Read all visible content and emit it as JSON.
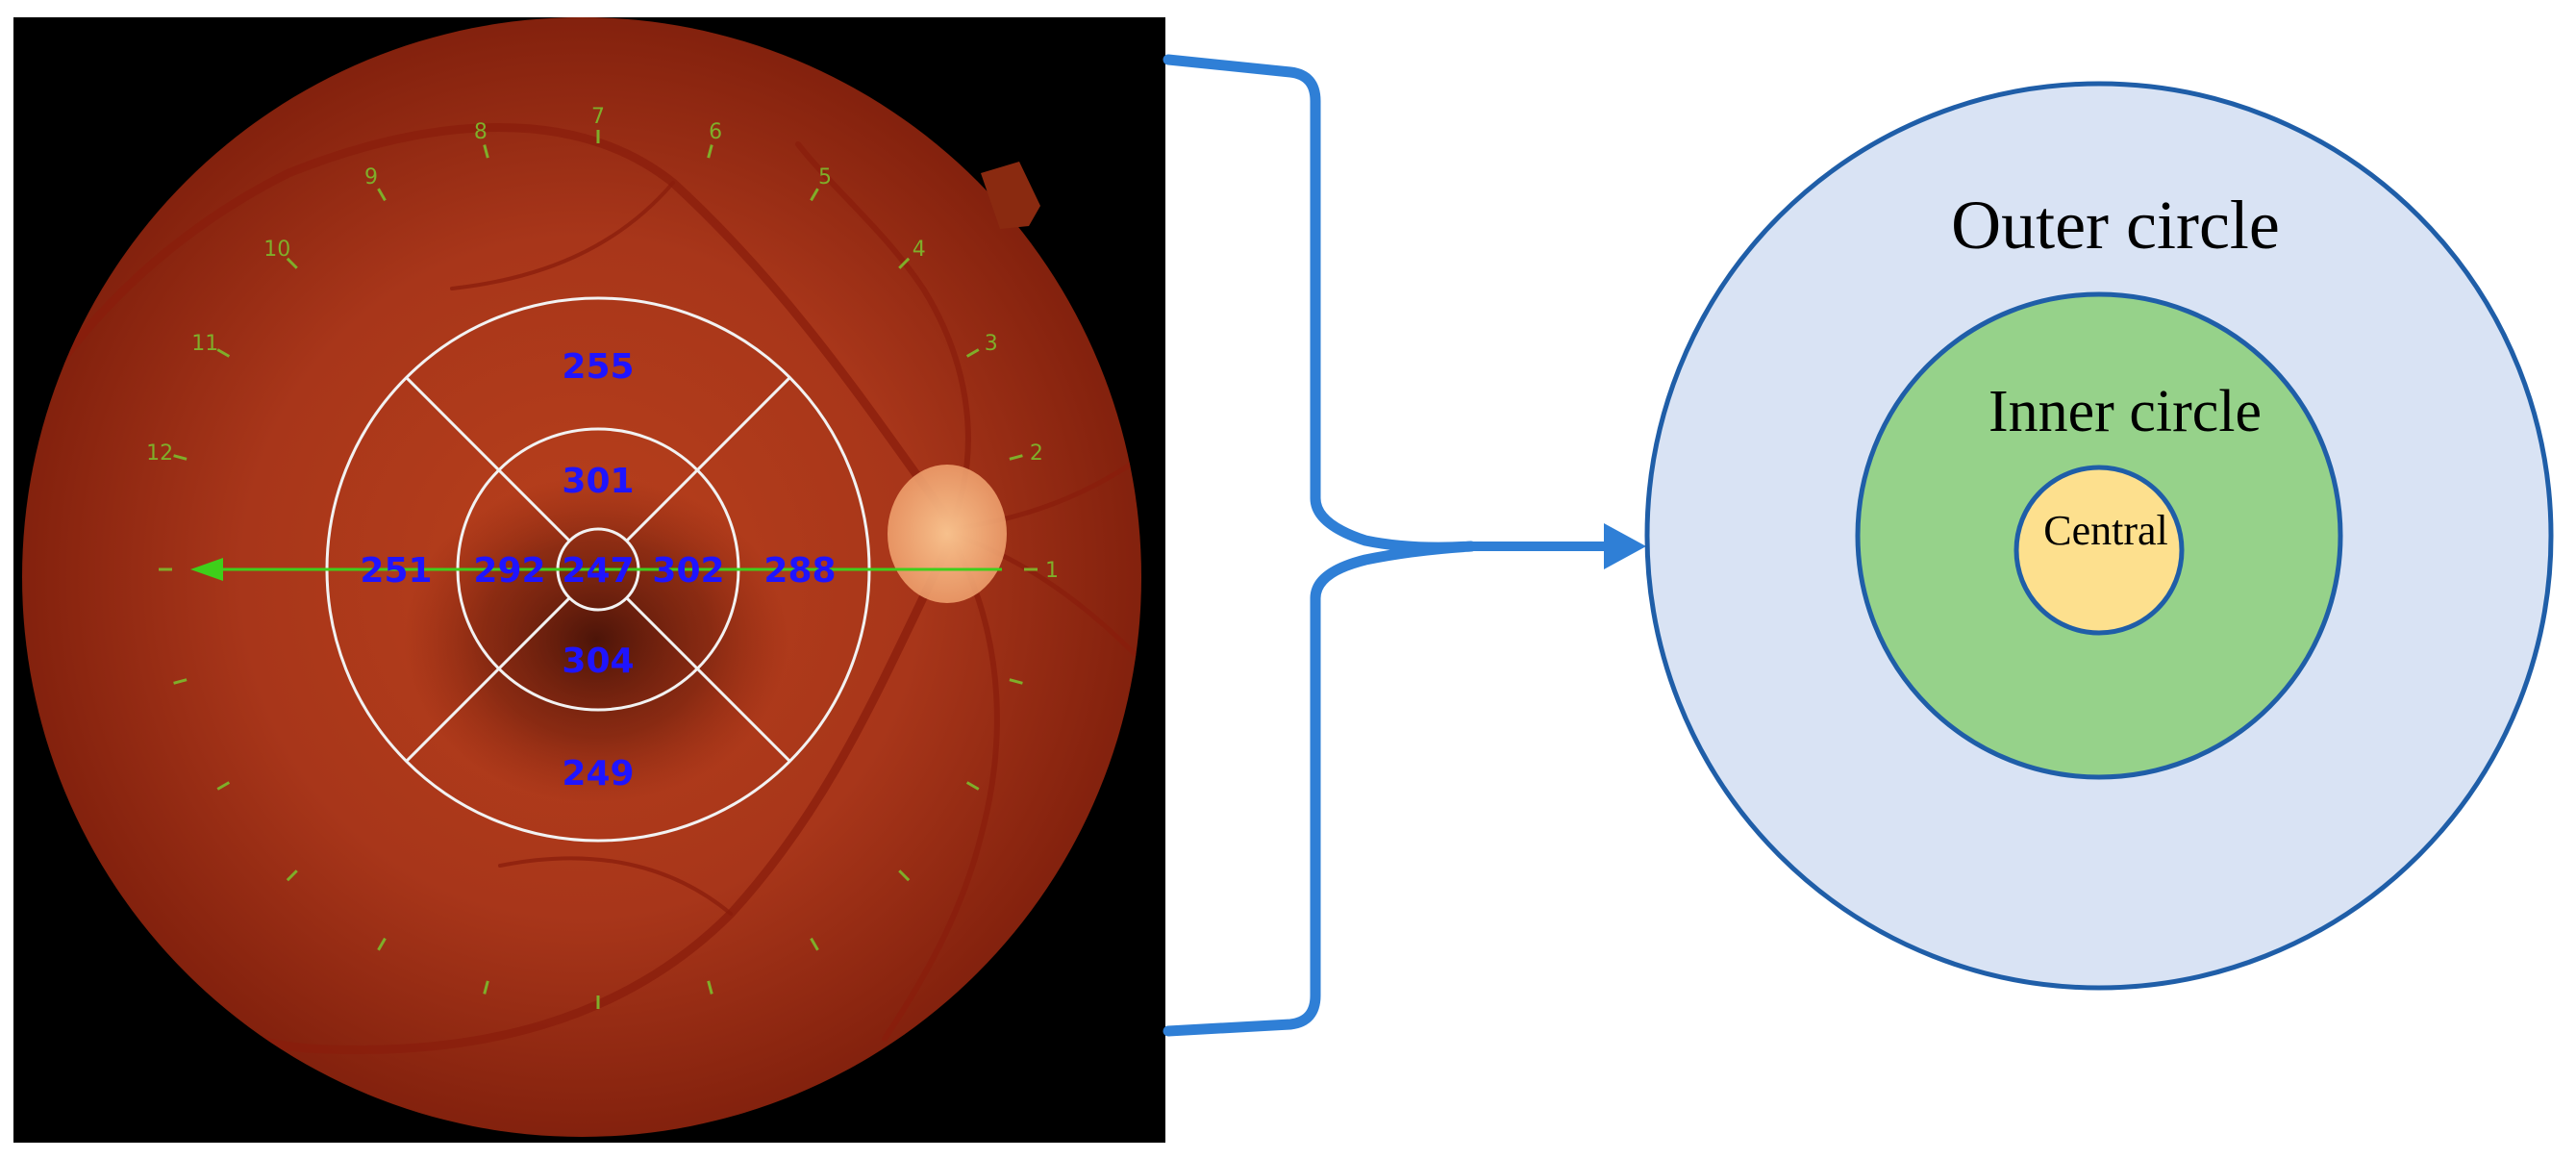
{
  "fundus": {
    "sector_values": {
      "outer_superior": "255",
      "outer_temporal": "251",
      "outer_nasal": "288",
      "outer_inferior": "249",
      "inner_superior": "301",
      "inner_temporal": "292",
      "inner_nasal": "302",
      "inner_inferior": "304",
      "central": "247"
    },
    "clock_numbers": [
      "1",
      "2",
      "3",
      "4",
      "5",
      "6",
      "7",
      "8",
      "9",
      "10",
      "11",
      "12"
    ],
    "colors": {
      "background": "#000000",
      "retina_center": "#b8401c",
      "retina_edge": "#7a1c0a",
      "grid_lines": "#f2f2f2",
      "values": "#1f14ff",
      "ticks": "#7fae2a",
      "arrow": "#3ecf1a",
      "optic_disc": "#f2a470"
    }
  },
  "bracket": {
    "color": "#2f7fd6"
  },
  "schematic": {
    "outer_label": "Outer circle",
    "inner_label": "Inner circle",
    "central_label": "Central",
    "colors": {
      "outer_fill": "#d9e3f4",
      "inner_fill": "#96d28a",
      "central_fill": "#fde08e",
      "stroke": "#1f5ea8"
    }
  }
}
